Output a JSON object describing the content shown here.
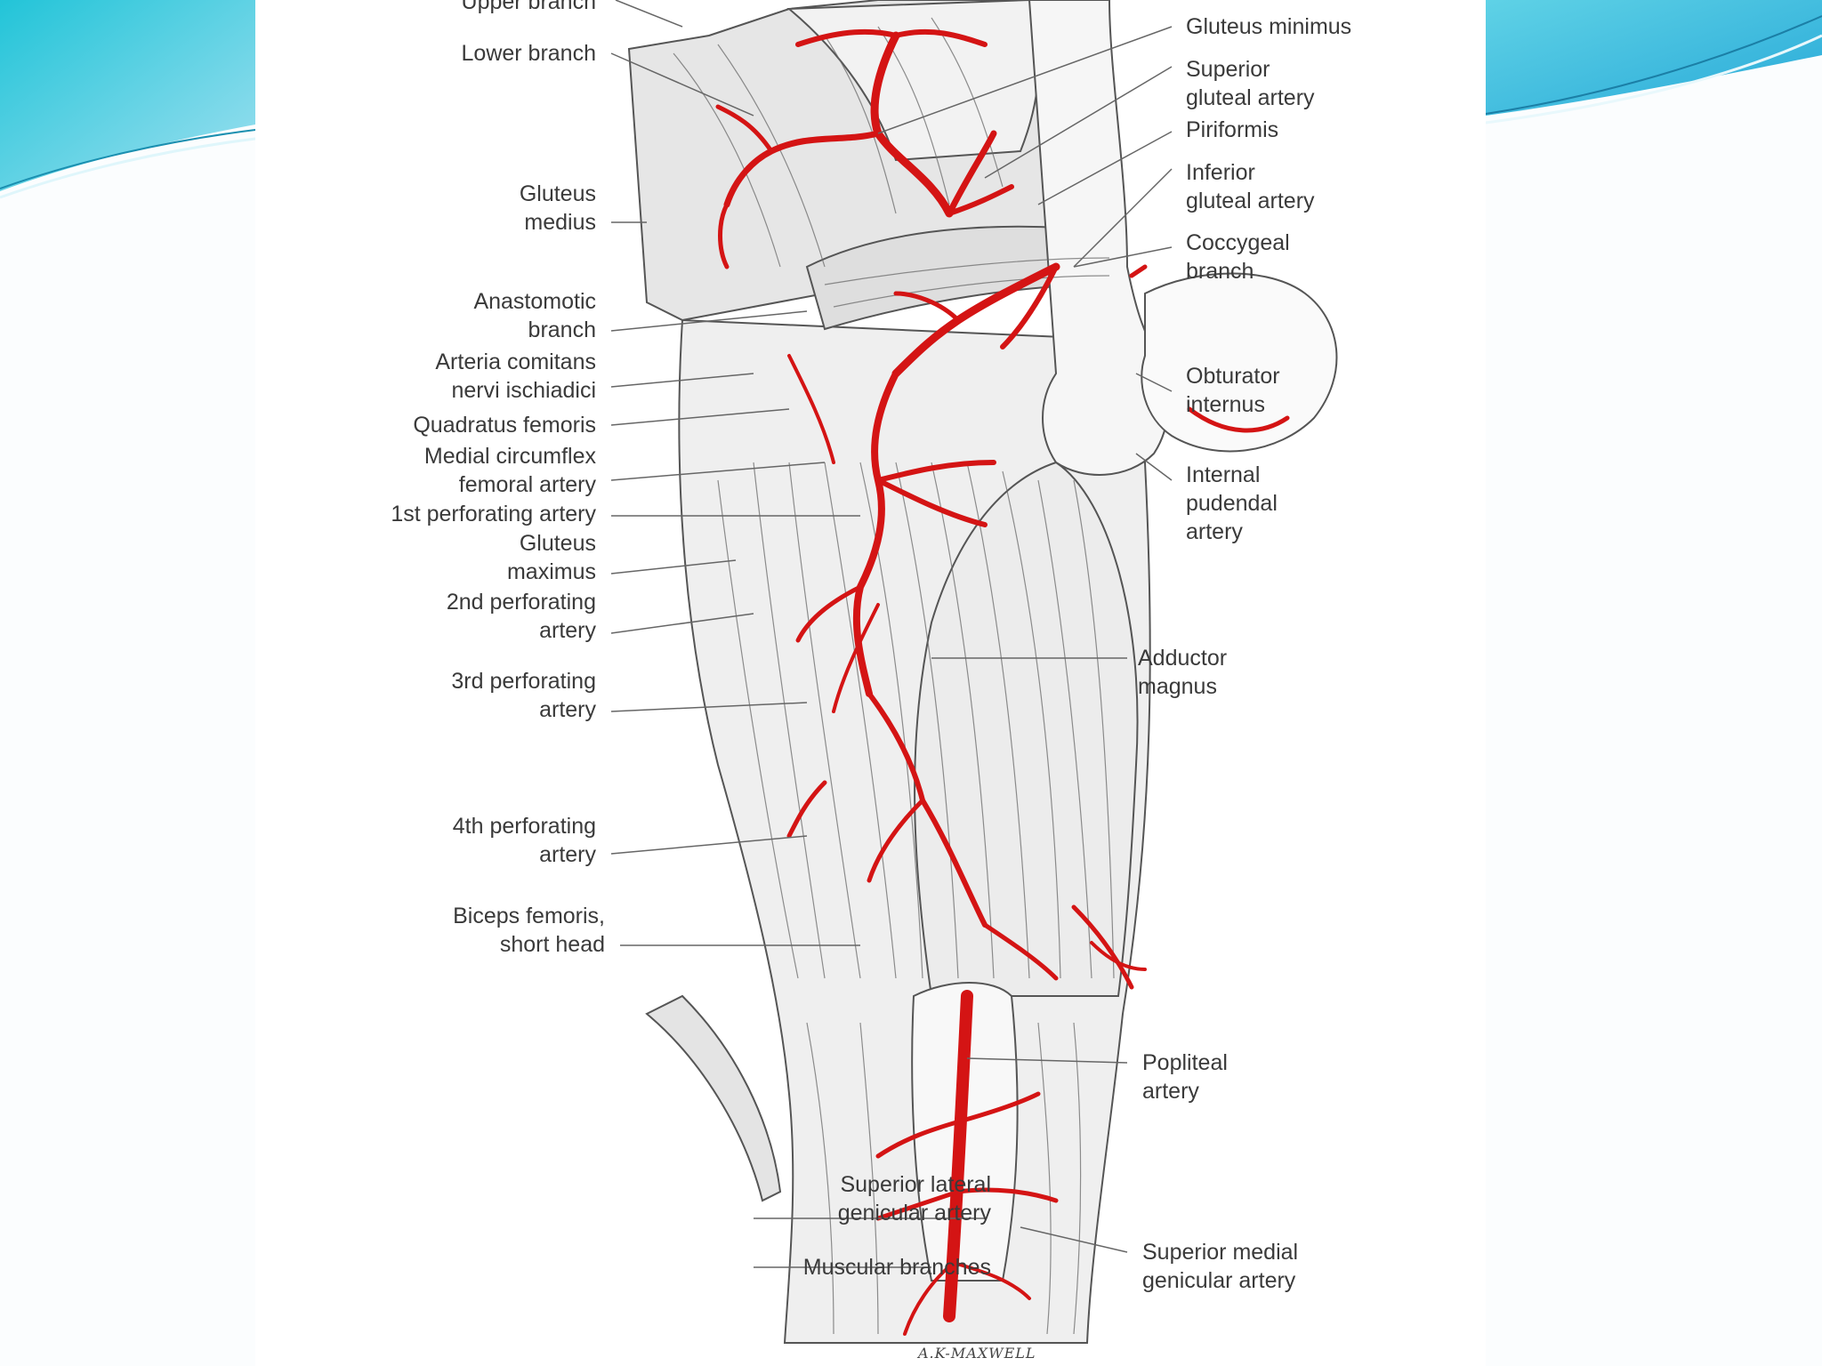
{
  "figure": {
    "labels_left": [
      {
        "id": "upper-branch",
        "lines": [
          "Upper branch"
        ]
      },
      {
        "id": "lower-branch",
        "lines": [
          "Lower branch"
        ]
      },
      {
        "id": "gluteus-medius",
        "lines": [
          "Gluteus",
          "medius"
        ]
      },
      {
        "id": "anastomotic-branch",
        "lines": [
          "Anastomotic",
          "branch"
        ]
      },
      {
        "id": "arteria-comitans",
        "lines": [
          "Arteria comitans",
          "nervi ischiadici"
        ]
      },
      {
        "id": "quadratus-femoris",
        "lines": [
          "Quadratus femoris"
        ]
      },
      {
        "id": "medial-circumflex",
        "lines": [
          "Medial circumflex",
          "femoral artery"
        ]
      },
      {
        "id": "first-perforating",
        "lines": [
          "1st perforating artery"
        ]
      },
      {
        "id": "gluteus-maximus",
        "lines": [
          "Gluteus",
          "maximus"
        ]
      },
      {
        "id": "second-perforating",
        "lines": [
          "2nd perforating",
          "artery"
        ]
      },
      {
        "id": "third-perforating",
        "lines": [
          "3rd perforating",
          "artery"
        ]
      },
      {
        "id": "fourth-perforating",
        "lines": [
          "4th perforating",
          "artery"
        ]
      },
      {
        "id": "biceps-femoris",
        "lines": [
          "Biceps femoris,",
          "short head"
        ]
      },
      {
        "id": "superior-lateral-genicular",
        "lines": [
          "Superior lateral",
          "genicular artery"
        ]
      },
      {
        "id": "muscular-branches",
        "lines": [
          "Muscular branches"
        ]
      }
    ],
    "labels_right": [
      {
        "id": "gluteus-minimus",
        "lines": [
          "Gluteus minimus"
        ]
      },
      {
        "id": "superior-gluteal",
        "lines": [
          "Superior",
          "gluteal artery"
        ]
      },
      {
        "id": "piriformis",
        "lines": [
          "Piriformis"
        ]
      },
      {
        "id": "inferior-gluteal",
        "lines": [
          "Inferior",
          "gluteal artery"
        ]
      },
      {
        "id": "coccygeal-branch",
        "lines": [
          "Coccygeal",
          "branch"
        ]
      },
      {
        "id": "obturator-internus",
        "lines": [
          "Obturator",
          "internus"
        ]
      },
      {
        "id": "internal-pudendal",
        "lines": [
          "Internal",
          "pudendal",
          "artery"
        ]
      },
      {
        "id": "adductor-magnus",
        "lines": [
          "Adductor",
          "magnus"
        ]
      },
      {
        "id": "popliteal-artery",
        "lines": [
          "Popliteal",
          "artery"
        ]
      },
      {
        "id": "superior-medial-genicular",
        "lines": [
          "Superior medial",
          "genicular artery"
        ]
      }
    ],
    "signature": "A.K-MAXWELL"
  },
  "colors": {
    "artery": "#d41414",
    "muscle_fill": "#eeeeee",
    "muscle_line": "#5a5a5a",
    "label_text": "#3a3a3a",
    "swoosh_cyan": "#3cc8dc",
    "swoosh_light": "#bfeaf4"
  }
}
